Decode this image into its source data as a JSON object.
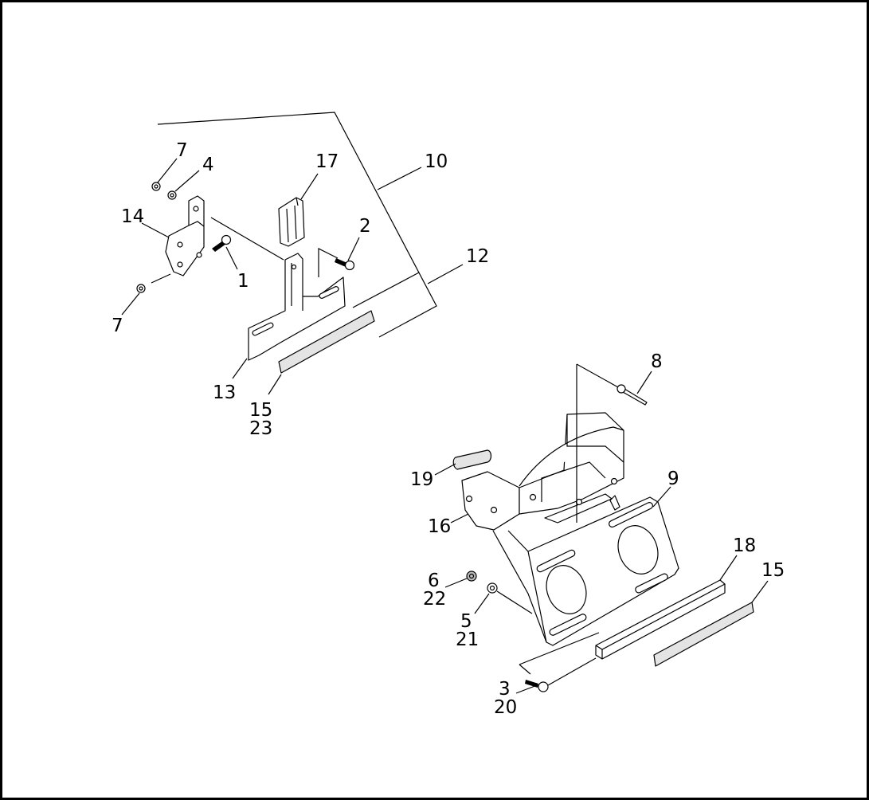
{
  "callouts": {
    "c1": "1",
    "c2": "2",
    "c3": "3",
    "c4": "4",
    "c5": "5",
    "c6": "6",
    "c7a": "7",
    "c7b": "7",
    "c8": "8",
    "c9": "9",
    "c10": "10",
    "c12": "12",
    "c13": "13",
    "c14": "14",
    "c15a": "15",
    "c15b": "15",
    "c16": "16",
    "c17": "17",
    "c18": "18",
    "c19": "19",
    "c20": "20",
    "c21": "21",
    "c22": "22",
    "c23": "23"
  }
}
